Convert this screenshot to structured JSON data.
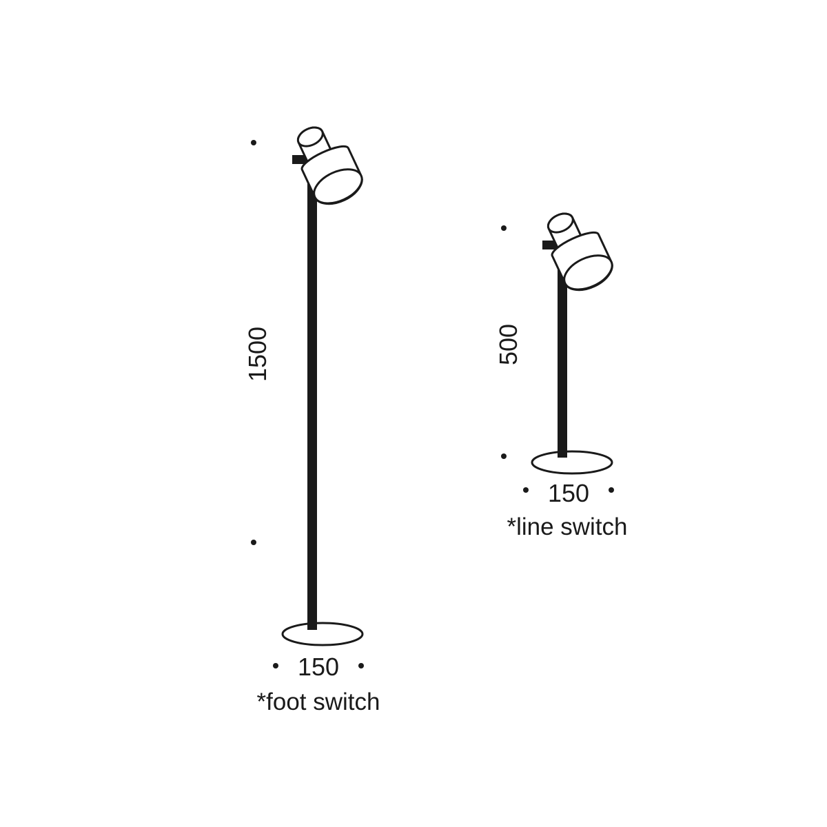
{
  "floor_lamp": {
    "height_label": "1500",
    "base_width_label": "150",
    "switch_note": "*foot switch"
  },
  "table_lamp": {
    "height_label": "500",
    "base_width_label": "150",
    "switch_note": "*line switch"
  },
  "colors": {
    "line": "#1a1a1a",
    "background": "#ffffff"
  }
}
